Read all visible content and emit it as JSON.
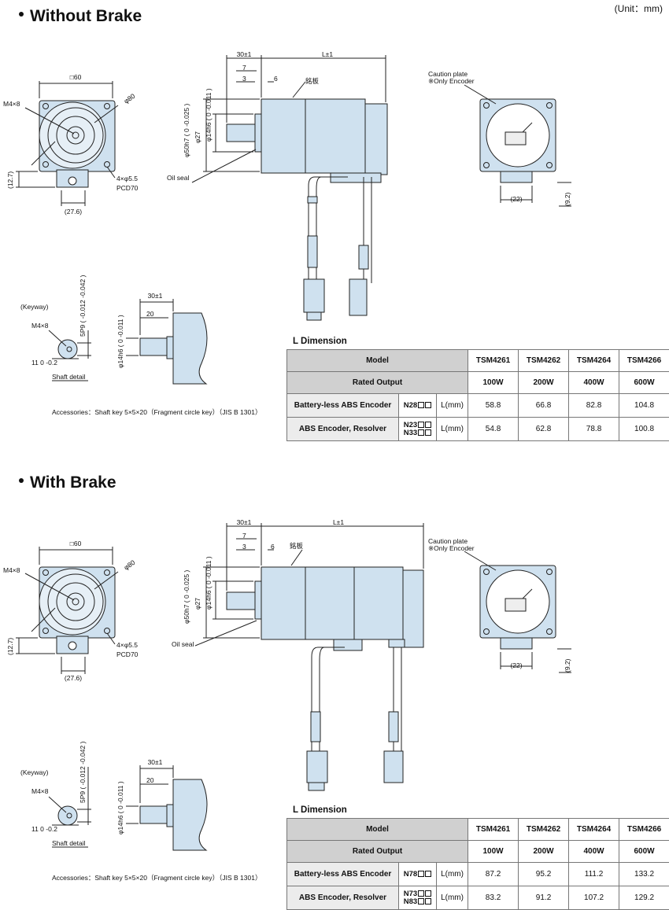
{
  "unit_note": "(Unit：mm)",
  "sections": [
    {
      "title": "Without Brake",
      "labels": {
        "front_square": "□60",
        "front_screw": "M4×8",
        "front_pcd_dia": "φ80",
        "front_holes": "4×φ5.5",
        "front_pcd": "PCD70",
        "front_left_dim": "(12.7)",
        "front_bottom_dim": "(27.6)",
        "side_dim_30": "30±1",
        "side_dim_L": "L±1",
        "side_dim_7": "7",
        "side_dim_3": "3",
        "side_dim_6": "6",
        "nameplate": "銘板",
        "shaft_tol": "φ14h6 ( 0 -0.011 )",
        "spigot_tol": "φ50h7 ( 0 -0.025 )",
        "spigot_27": "φ27",
        "oil_seal": "Oil seal",
        "caution_plate": "Caution plate",
        "only_encoder": "※Only Encoder",
        "rear_dim_22": "(22)",
        "rear_dim_9": "(9.2)",
        "keyway": "(Keyway)",
        "key_screw": "M4×8",
        "key_tol": "5P9 ( -0.012 -0.042 )",
        "key_11": "11 0 -0.2",
        "shaft_detail": "Shaft detail",
        "det_30": "30±1",
        "det_20": "20",
        "det_shaft": "φ14h6 ( 0 -0.011 )"
      },
      "accessories": "Accessories：Shaft key 5×5×20（Fragment circle key）（JIS B 1301）",
      "table": {
        "title": "L Dimension",
        "model_label": "Model",
        "rated_label": "Rated Output",
        "models": [
          "TSM4261",
          "TSM4262",
          "TSM4264",
          "TSM4266"
        ],
        "outputs": [
          "100W",
          "200W",
          "400W",
          "600W"
        ],
        "rows": [
          {
            "name": "Battery-less ABS Encoder",
            "codes": [
              "N28"
            ],
            "unit": "L(mm)",
            "values": [
              "58.8",
              "66.8",
              "82.8",
              "104.8"
            ]
          },
          {
            "name": "ABS Encoder, Resolver",
            "codes": [
              "N23",
              "N33"
            ],
            "unit": "L(mm)",
            "values": [
              "54.8",
              "62.8",
              "78.8",
              "100.8"
            ]
          }
        ]
      }
    },
    {
      "title": "With Brake",
      "labels": {
        "front_square": "□60",
        "front_screw": "M4×8",
        "front_pcd_dia": "φ80",
        "front_holes": "4×φ5.5",
        "front_pcd": "PCD70",
        "front_left_dim": "(12.7)",
        "front_bottom_dim": "(27.6)",
        "side_dim_30": "30±1",
        "side_dim_L": "L±1",
        "side_dim_7": "7",
        "side_dim_3": "3",
        "side_dim_6": "6",
        "nameplate": "銘板",
        "shaft_tol": "φ14h6 ( 0 -0.011 )",
        "spigot_tol": "φ50h7 ( 0 -0.025 )",
        "spigot_27": "φ27",
        "oil_seal": "Oil seal",
        "caution_plate": "Caution plate",
        "only_encoder": "※Only Encoder",
        "rear_dim_22": "(22)",
        "rear_dim_9": "(9.2)",
        "keyway": "(Keyway)",
        "key_screw": "M4×8",
        "key_tol": "5P9 ( -0.012 -0.042 )",
        "key_11": "11 0 -0.2",
        "shaft_detail": "Shaft detail",
        "det_30": "30±1",
        "det_20": "20",
        "det_shaft": "φ14h6 ( 0 -0.011 )"
      },
      "accessories": "Accessories：Shaft key 5×5×20（Fragment circle key）（JIS B 1301）",
      "table": {
        "title": "L Dimension",
        "model_label": "Model",
        "rated_label": "Rated Output",
        "models": [
          "TSM4261",
          "TSM4262",
          "TSM4264",
          "TSM4266"
        ],
        "outputs": [
          "100W",
          "200W",
          "400W",
          "600W"
        ],
        "rows": [
          {
            "name": "Battery-less ABS Encoder",
            "codes": [
              "N78"
            ],
            "unit": "L(mm)",
            "values": [
              "87.2",
              "95.2",
              "111.2",
              "133.2"
            ]
          },
          {
            "name": "ABS Encoder, Resolver",
            "codes": [
              "N73",
              "N83"
            ],
            "unit": "L(mm)",
            "values": [
              "83.2",
              "91.2",
              "107.2",
              "129.2"
            ]
          }
        ]
      }
    }
  ]
}
